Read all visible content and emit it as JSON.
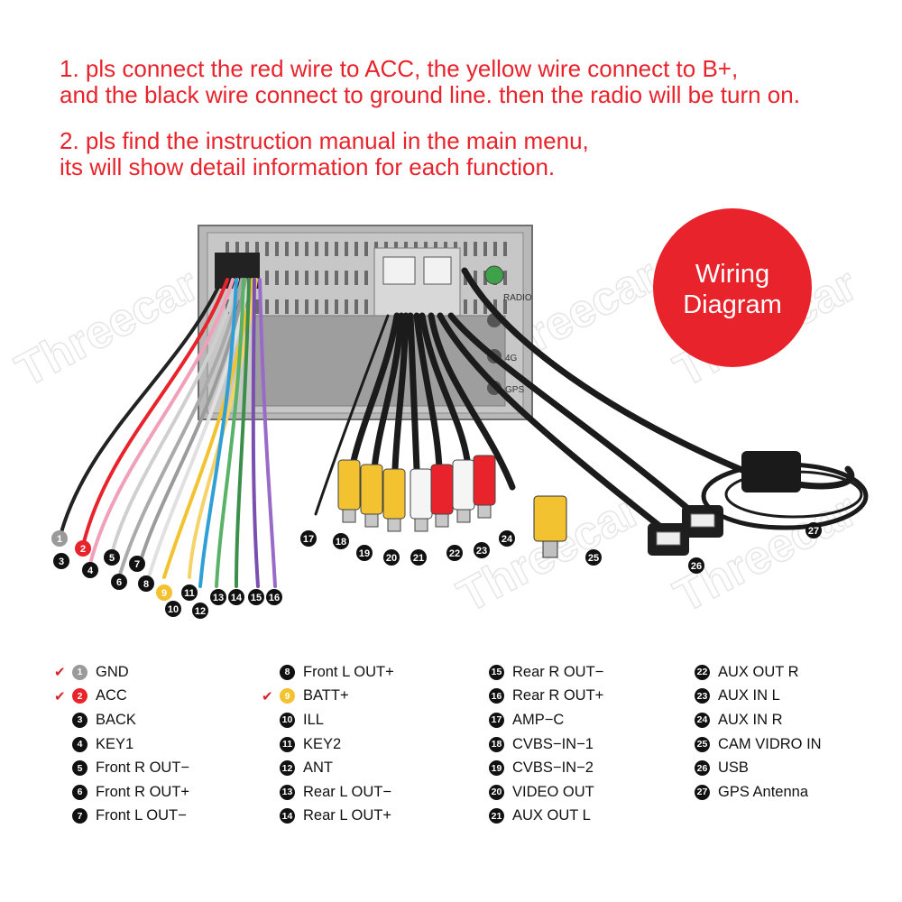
{
  "instructions": [
    {
      "lines": [
        "1. pls connect the red wire to ACC, the yellow wire connect to B+,",
        "and the black wire connect to ground line. then the radio will be turn on."
      ]
    },
    {
      "lines": [
        "2. pls find the instruction manual in the main menu,",
        "its will show detail information for each function."
      ]
    }
  ],
  "badge": {
    "line1": "Wiring",
    "line2": "Diagram",
    "color": "#e8232b"
  },
  "device_labels": [
    "RADIO",
    "4G",
    "GPS"
  ],
  "watermark": "Threecar",
  "legend": {
    "columns": [
      [
        {
          "num": "1",
          "label": "GND",
          "checked": true,
          "color": "gray"
        },
        {
          "num": "2",
          "label": "ACC",
          "checked": true,
          "color": "red"
        },
        {
          "num": "3",
          "label": "BACK",
          "checked": false,
          "color": "black"
        },
        {
          "num": "4",
          "label": "KEY1",
          "checked": false,
          "color": "black"
        },
        {
          "num": "5",
          "label": "Front R OUT−",
          "checked": false,
          "color": "black"
        },
        {
          "num": "6",
          "label": "Front R OUT+",
          "checked": false,
          "color": "black"
        },
        {
          "num": "7",
          "label": "Front L OUT−",
          "checked": false,
          "color": "black"
        }
      ],
      [
        {
          "num": "8",
          "label": "Front L OUT+",
          "checked": false,
          "color": "black"
        },
        {
          "num": "9",
          "label": "BATT+",
          "checked": true,
          "color": "yellow"
        },
        {
          "num": "10",
          "label": "ILL",
          "checked": false,
          "color": "black"
        },
        {
          "num": "11",
          "label": "KEY2",
          "checked": false,
          "color": "black"
        },
        {
          "num": "12",
          "label": "ANT",
          "checked": false,
          "color": "black"
        },
        {
          "num": "13",
          "label": "Rear L OUT−",
          "checked": false,
          "color": "black"
        },
        {
          "num": "14",
          "label": "Rear L OUT+",
          "checked": false,
          "color": "black"
        }
      ],
      [
        {
          "num": "15",
          "label": "Rear R OUT−",
          "checked": false,
          "color": "black"
        },
        {
          "num": "16",
          "label": "Rear R OUT+",
          "checked": false,
          "color": "black"
        },
        {
          "num": "17",
          "label": "AMP−C",
          "checked": false,
          "color": "black"
        },
        {
          "num": "18",
          "label": "CVBS−IN−1",
          "checked": false,
          "color": "black"
        },
        {
          "num": "19",
          "label": "CVBS−IN−2",
          "checked": false,
          "color": "black"
        },
        {
          "num": "20",
          "label": "VIDEO OUT",
          "checked": false,
          "color": "black"
        },
        {
          "num": "21",
          "label": "AUX OUT L",
          "checked": false,
          "color": "black"
        }
      ],
      [
        {
          "num": "22",
          "label": "AUX OUT R",
          "checked": false,
          "color": "black"
        },
        {
          "num": "23",
          "label": "AUX IN L",
          "checked": false,
          "color": "black"
        },
        {
          "num": "24",
          "label": "AUX IN R",
          "checked": false,
          "color": "black"
        },
        {
          "num": "25",
          "label": "CAM VIDRO IN",
          "checked": false,
          "color": "black"
        },
        {
          "num": "26",
          "label": "USB",
          "checked": false,
          "color": "black"
        },
        {
          "num": "27",
          "label": "GPS Antenna",
          "checked": false,
          "color": "black"
        }
      ]
    ]
  },
  "callouts": [
    "1",
    "2",
    "3",
    "4",
    "5",
    "6",
    "7",
    "8",
    "9",
    "10",
    "11",
    "12",
    "13",
    "14",
    "15",
    "16",
    "17",
    "18",
    "19",
    "20",
    "21",
    "22",
    "23",
    "24",
    "25",
    "26",
    "27"
  ]
}
